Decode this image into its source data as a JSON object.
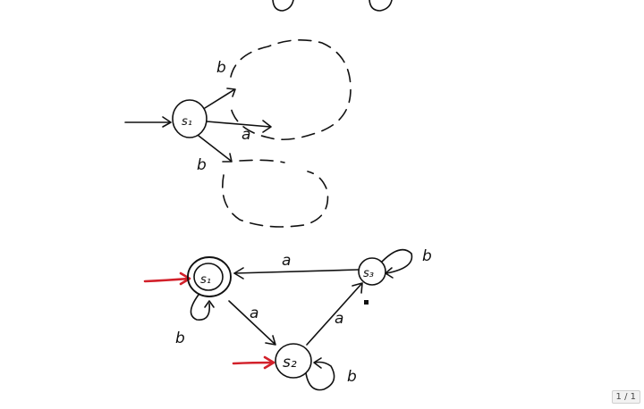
{
  "labels": {
    "s1_top": "s₁",
    "edge_b_upper": "b",
    "edge_a_mid": "a",
    "edge_b_lower": "b",
    "s1_bottom": "s₁",
    "s2": "s₂",
    "s3": "s₃",
    "edge_a_s3_s1": "a",
    "edge_a_s1_s2": "a",
    "edge_a_s2_s3": "a",
    "loop_b_s1": "b",
    "loop_b_s2": "b",
    "loop_b_s3": "b"
  },
  "colors": {
    "ink": "#111111",
    "start_arrow": "#d2202a"
  },
  "page_counter": "1 / 1"
}
